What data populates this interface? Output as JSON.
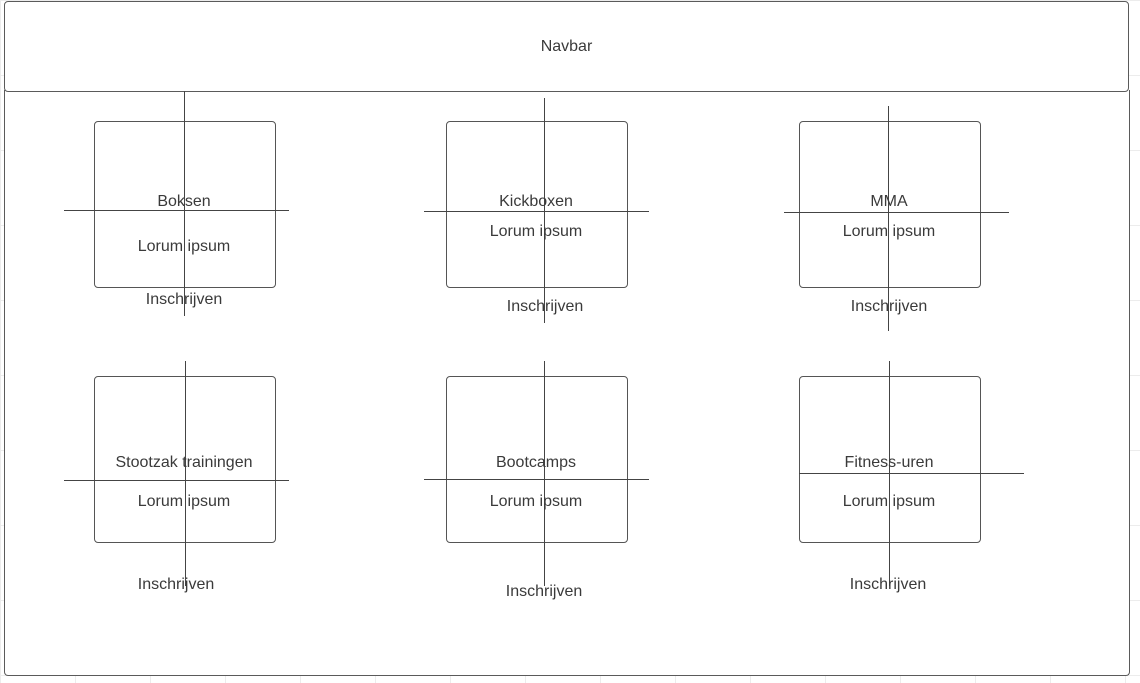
{
  "navbar": {
    "label": "Navbar"
  },
  "cards": [
    {
      "title": "Boksen",
      "body": "Lorum ipsum",
      "action": "Inschrijven"
    },
    {
      "title": "Kickboxen",
      "body": "Lorum ipsum",
      "action": "Inschrijven"
    },
    {
      "title": "MMA",
      "body": "Lorum ipsum",
      "action": "Inschrijven"
    },
    {
      "title": "Stootzak trainingen",
      "body": "Lorum ipsum",
      "action": "Inschrijven"
    },
    {
      "title": "Bootcamps",
      "body": "Lorum ipsum",
      "action": "Inschrijven"
    },
    {
      "title": "Fitness-uren",
      "body": "Lorum ipsum",
      "action": "Inschrijven"
    }
  ]
}
